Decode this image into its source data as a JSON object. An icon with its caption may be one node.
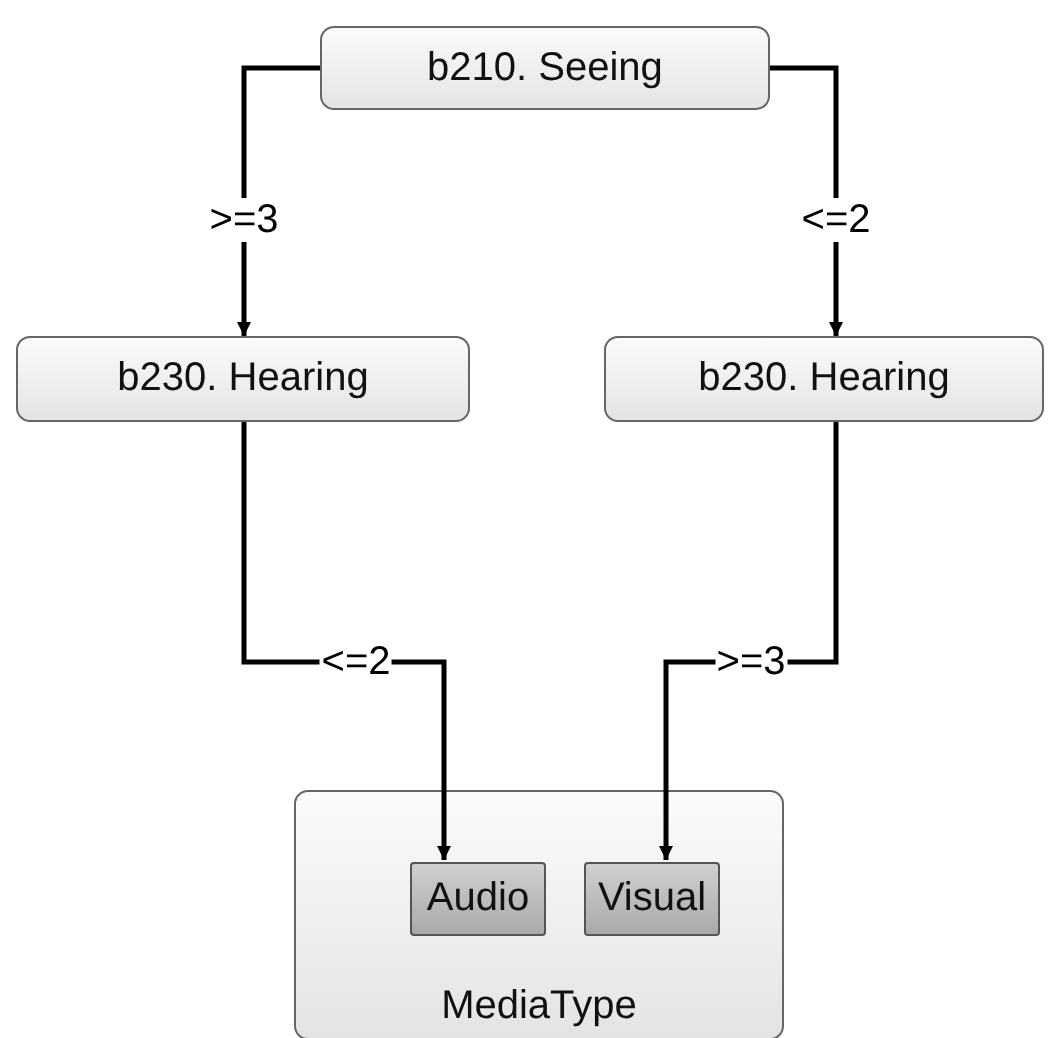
{
  "diagram": {
    "nodes": [
      {
        "text": [
          "b210. Seeing"
        ]
      },
      {
        "text": [
          "b230. Hearing"
        ]
      },
      {
        "text": [
          "b230. Hearing"
        ]
      },
      {
        "text": [
          "MediaType"
        ]
      },
      {
        "text": [
          "Audio"
        ],
        "in": 3
      },
      {
        "text": [
          "Visual"
        ],
        "in": 3
      }
    ],
    "edges": [
      {
        "from": 0,
        "to": 1,
        "arrow": "to",
        "label": ">=3"
      },
      {
        "from": 0,
        "to": 2,
        "arrow": "to",
        "label": "<=2"
      },
      {
        "from": 1,
        "to": 4,
        "arrow": "to",
        "label": "<=2"
      },
      {
        "from": 2,
        "to": 5,
        "arrow": "to",
        "label": ">=3"
      }
    ]
  }
}
